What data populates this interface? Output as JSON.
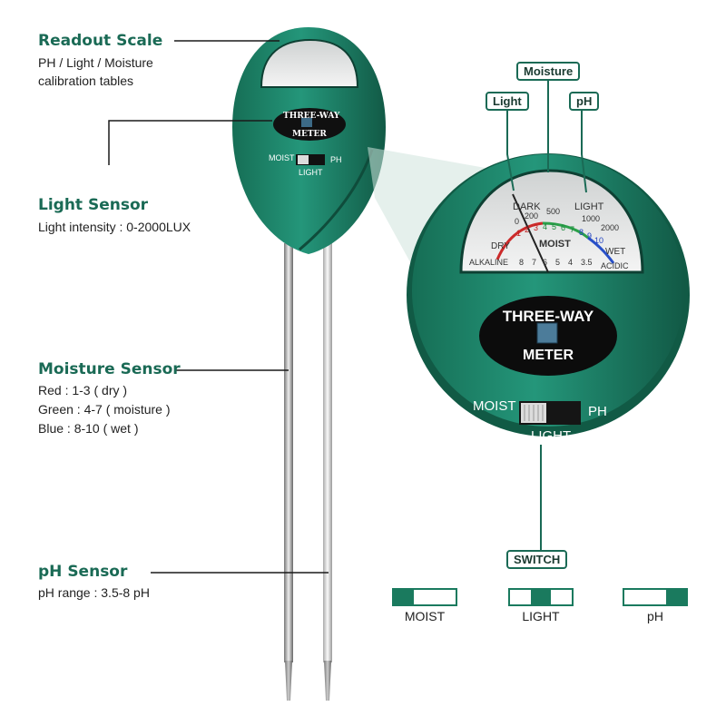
{
  "colors": {
    "body": "#1f8a6a",
    "body_dark": "#135e48",
    "accent": "#1a6a55",
    "label": "#1a3a30"
  },
  "annotations": {
    "readout": {
      "title": "Readout Scale",
      "lines": [
        "PH / Light / Moisture",
        "calibration tables"
      ]
    },
    "light": {
      "title": "Light Sensor",
      "lines": [
        "Light intensity : 0-2000LUX"
      ]
    },
    "moisture": {
      "title": "Moisture Sensor",
      "lines": [
        "Red : 1-3 ( dry )",
        "Green : 4-7 ( moisture )",
        "Blue : 8-10 ( wet )"
      ]
    },
    "ph": {
      "title": "pH Sensor",
      "lines": [
        "pH range : 3.5-8 pH"
      ]
    }
  },
  "callouts": {
    "light": "Light",
    "moisture": "Moisture",
    "ph": "pH",
    "switch": "SWITCH"
  },
  "device": {
    "brand_top": "THREE-WAY",
    "brand_bottom": "METER",
    "switch_left": "MOIST",
    "switch_right": "PH",
    "switch_bottom": "LIGHT"
  },
  "gauge": {
    "dark": "DARK",
    "light": "LIGHT",
    "dry": "DRY",
    "wet": "WET",
    "moist": "MOIST",
    "alkaline": "ALKALINE",
    "acidic": "ACIDIC",
    "lux_ticks": [
      "0",
      "200",
      "500",
      "1000",
      "2000"
    ],
    "moist_ticks": [
      "1",
      "2",
      "3",
      "4",
      "5",
      "6",
      "7",
      "8",
      "9",
      "10"
    ],
    "ph_ticks": [
      "8",
      "7",
      "6",
      "5",
      "4",
      "3.5"
    ]
  },
  "switch_states": [
    {
      "label": "MOIST",
      "position": "left"
    },
    {
      "label": "LIGHT",
      "position": "middle"
    },
    {
      "label": "pH",
      "position": "right"
    }
  ]
}
